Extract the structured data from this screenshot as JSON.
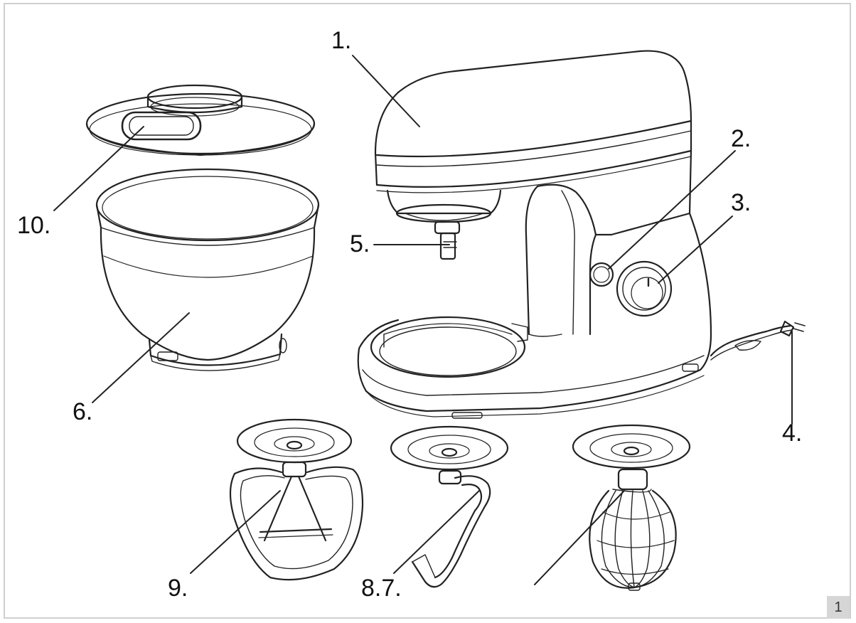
{
  "labels": {
    "mixer_head": "1.",
    "button": "2.",
    "speed_knob": "3.",
    "power_cord": "4.",
    "drive_shaft": "5.",
    "bowl": "6.",
    "dough_hook": "8.7.",
    "flat_beater": "9.",
    "lid": "10."
  },
  "page_number": "1"
}
